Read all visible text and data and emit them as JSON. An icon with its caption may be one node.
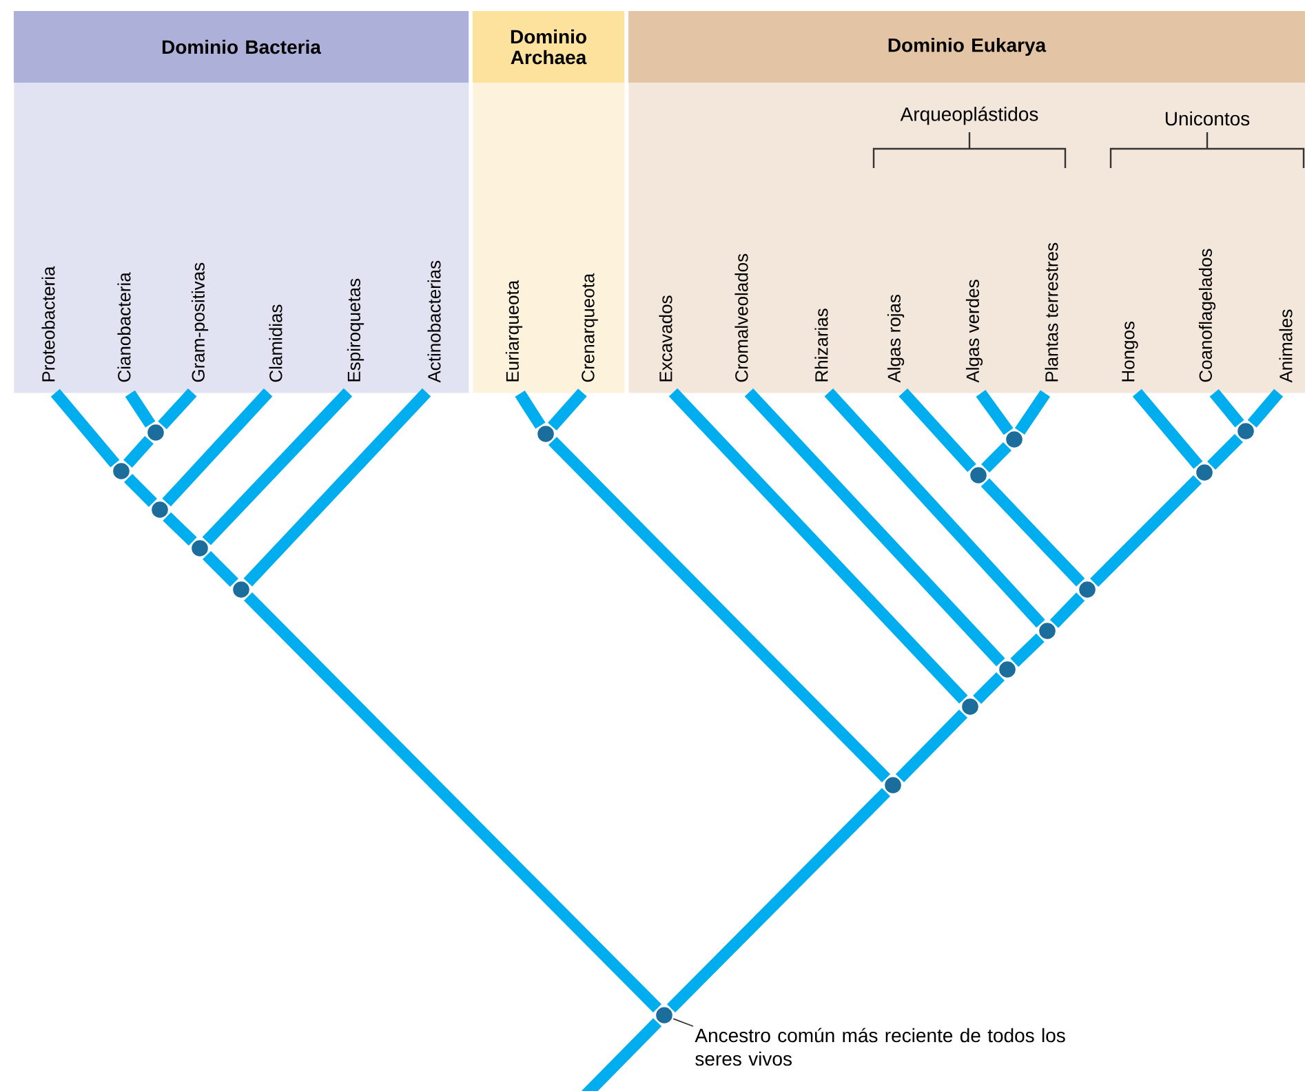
{
  "diagram": {
    "nodes": [
      {
        "text": [
          "Dominio Bacteria"
        ]
      },
      {
        "text": [
          "Dominio Archaea"
        ]
      },
      {
        "text": [
          "Dominio Eukarya"
        ]
      },
      {
        "text": [
          "Proteobacteria"
        ],
        "in": 0
      },
      {
        "text": [
          "Cianobacteria"
        ],
        "in": 0
      },
      {
        "text": [
          "Gram-positivas"
        ],
        "in": 0
      },
      {
        "text": [
          "Clamidias"
        ],
        "in": 0
      },
      {
        "text": [
          "Espiroquetas"
        ],
        "in": 0
      },
      {
        "text": [
          "Actinobacterias"
        ],
        "in": 0
      },
      {
        "text": [
          "Euriarqueota"
        ],
        "in": 1
      },
      {
        "text": [
          "Crenarqueota"
        ],
        "in": 1
      },
      {
        "text": [
          "Excavados"
        ],
        "in": 2
      },
      {
        "text": [
          "Cromalveolados"
        ],
        "in": 2
      },
      {
        "text": [
          "Rhizarias"
        ],
        "in": 2
      },
      {
        "text": [
          "Algas rojas"
        ],
        "in": 2
      },
      {
        "text": [
          "Algas verdes"
        ],
        "in": 2
      },
      {
        "text": [
          "Plantas terrestres"
        ],
        "in": 2
      },
      {
        "text": [
          "Hongos"
        ],
        "in": 2
      },
      {
        "text": [
          "Coanoflagelados"
        ],
        "in": 2
      },
      {
        "text": [
          "Animales"
        ],
        "in": 2
      },
      {
        "text": [],
        "shape": "circle"
      },
      {
        "text": [],
        "shape": "circle"
      },
      {
        "text": [],
        "shape": "circle"
      },
      {
        "text": [],
        "shape": "circle"
      },
      {
        "text": [],
        "shape": "circle"
      },
      {
        "text": [],
        "shape": "circle"
      },
      {
        "text": [],
        "shape": "circle"
      },
      {
        "text": [],
        "shape": "circle"
      },
      {
        "text": [],
        "shape": "circle"
      },
      {
        "text": [],
        "shape": "circle"
      },
      {
        "text": [],
        "shape": "circle"
      },
      {
        "text": [],
        "shape": "circle"
      },
      {
        "text": [],
        "shape": "circle"
      },
      {
        "text": [],
        "shape": "circle"
      },
      {
        "text": [],
        "shape": "circle"
      },
      {
        "text": [],
        "shape": "circle"
      },
      {
        "text": [
          "Ancestro común más reciente de todos los seres vivos"
        ]
      }
    ],
    "edges": [
      {
        "from": 4,
        "to": 20,
        "arrow": "none"
      },
      {
        "from": 5,
        "to": 20,
        "arrow": "none"
      },
      {
        "from": 3,
        "to": 21,
        "arrow": "none"
      },
      {
        "from": 20,
        "to": 21,
        "arrow": "none"
      },
      {
        "from": 21,
        "to": 22,
        "arrow": "none"
      },
      {
        "from": 6,
        "to": 22,
        "arrow": "none"
      },
      {
        "from": 22,
        "to": 23,
        "arrow": "none"
      },
      {
        "from": 7,
        "to": 23,
        "arrow": "none"
      },
      {
        "from": 23,
        "to": 24,
        "arrow": "none"
      },
      {
        "from": 8,
        "to": 24,
        "arrow": "none"
      },
      {
        "from": 9,
        "to": 25,
        "arrow": "none"
      },
      {
        "from": 10,
        "to": 25,
        "arrow": "none"
      },
      {
        "from": 15,
        "to": 26,
        "arrow": "none"
      },
      {
        "from": 16,
        "to": 26,
        "arrow": "none"
      },
      {
        "from": 14,
        "to": 27,
        "arrow": "none"
      },
      {
        "from": 26,
        "to": 27,
        "arrow": "none"
      },
      {
        "from": 18,
        "to": 28,
        "arrow": "none"
      },
      {
        "from": 19,
        "to": 28,
        "arrow": "none"
      },
      {
        "from": 17,
        "to": 29,
        "arrow": "none"
      },
      {
        "from": 28,
        "to": 29,
        "arrow": "none"
      },
      {
        "from": 27,
        "to": 30,
        "arrow": "none"
      },
      {
        "from": 29,
        "to": 30,
        "arrow": "none"
      },
      {
        "from": 13,
        "to": 31,
        "arrow": "none"
      },
      {
        "from": 30,
        "to": 31,
        "arrow": "none"
      },
      {
        "from": 12,
        "to": 32,
        "arrow": "none"
      },
      {
        "from": 31,
        "to": 32,
        "arrow": "none"
      },
      {
        "from": 11,
        "to": 33,
        "arrow": "none"
      },
      {
        "from": 32,
        "to": 33,
        "arrow": "none"
      },
      {
        "from": 25,
        "to": 34,
        "arrow": "none"
      },
      {
        "from": 33,
        "to": 34,
        "arrow": "none"
      },
      {
        "from": 24,
        "to": 35,
        "arrow": "none"
      },
      {
        "from": 34,
        "to": 35,
        "arrow": "none"
      },
      {
        "from": null,
        "to": 35,
        "arrow": "none"
      },
      {
        "from": 36,
        "to": 35,
        "arrow": "none",
        "color": "#333333"
      }
    ],
    "labels": [
      "Arqueoplástidos",
      "Unicontos"
    ]
  }
}
